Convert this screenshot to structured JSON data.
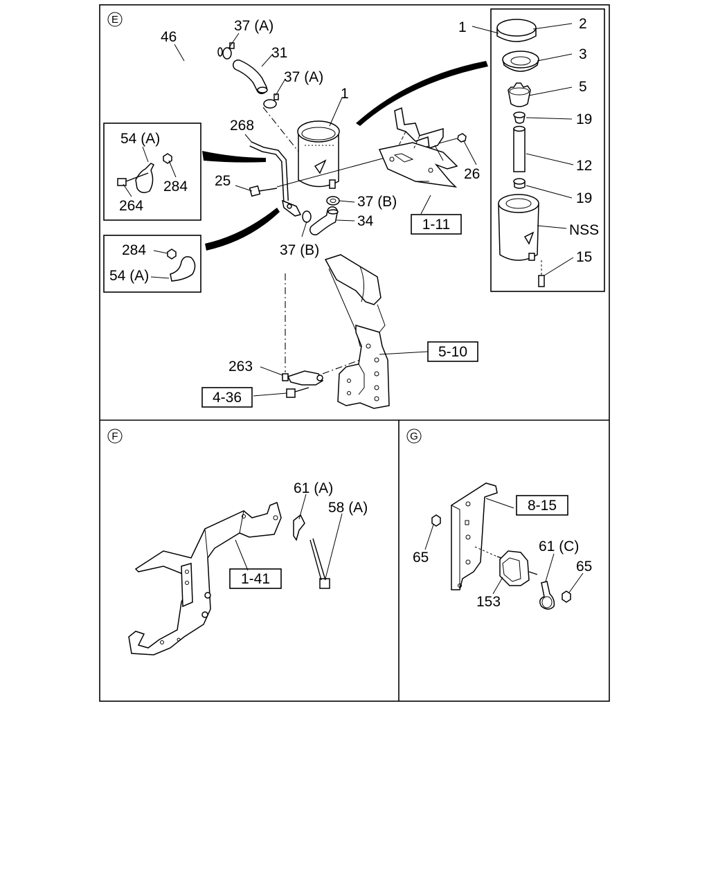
{
  "sections": {
    "E": "E",
    "F": "F",
    "G": "G"
  },
  "labels_e": {
    "l46": "46",
    "l37a_top": "37 (A)",
    "l31": "31",
    "l37a_mid": "37 (A)",
    "l1_tank": "1",
    "l268": "268",
    "l25": "25",
    "l26": "26",
    "l37b_right": "37 (B)",
    "l34": "34",
    "l37b_left": "37 (B)",
    "l263": "263",
    "l54a_top": "54 (A)",
    "l284_top": "284",
    "l264": "264",
    "l284_bot": "284",
    "l54a_bot": "54 (A)"
  },
  "labels_exploded": {
    "l1": "1",
    "l2": "2",
    "l3": "3",
    "l5": "5",
    "l19_top": "19",
    "l12": "12",
    "l19_bot": "19",
    "lNSS": "NSS",
    "l15": "15"
  },
  "labels_f": {
    "l61a": "61 (A)",
    "l58a": "58 (A)"
  },
  "labels_g": {
    "l65_left": "65",
    "l61c": "61 (C)",
    "l65_right": "65",
    "l153": "153"
  },
  "refs": {
    "r1_11": "1-11",
    "r5_10": "5-10",
    "r4_36": "4-36",
    "r1_41": "1-41",
    "r8_15": "8-15"
  }
}
